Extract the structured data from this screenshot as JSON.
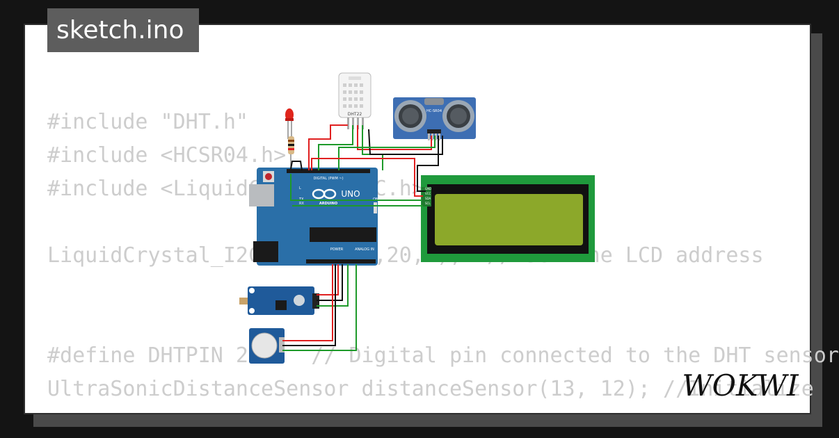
{
  "file_tab": {
    "name": "sketch.ino"
  },
  "code_lines": [
    "#include \"DHT.h\"",
    "#include <HCSR04.h>",
    "#include <LiquidCrystal_I2C.h>",
    "",
    "LiquidCrystal_I2C lcd(0x27,20,4);  // set the LCD address",
    "",
    "",
    "#define DHTPIN 2     // Digital pin connected to the DHT sensor",
    "UltraSonicDistanceSensor distanceSensor(13, 12); //Initialize"
  ],
  "components": {
    "dht": {
      "label": "DHT22"
    },
    "ultrasonic": {
      "label": "HC-SR04"
    },
    "arduino": {
      "brand": "ARDUINO",
      "model": "UNO",
      "digital_label": "DIGITAL (PWM ~)",
      "analog_label": "ANALOG IN",
      "power_label": "POWER",
      "on_label": "ON",
      "tx_label": "TX",
      "rx_label": "RX",
      "l_label": "L"
    },
    "lcd": {
      "pins": [
        "GND",
        "VCC",
        "SDA",
        "SCL"
      ]
    }
  },
  "brand": {
    "logo_text": "WOKWI"
  },
  "colors": {
    "page_bg": "#141414",
    "card_bg": "#ffffff",
    "code_text": "#cdcdcd",
    "file_tab_bg": "#5d5d5d",
    "arduino_blue": "#2a6fa8",
    "lcd_green": "#1f9a3c",
    "lcd_screen": "#8ca82a",
    "wire_red": "#e02020",
    "wire_green": "#1e9a2a",
    "wire_black": "#111111"
  }
}
